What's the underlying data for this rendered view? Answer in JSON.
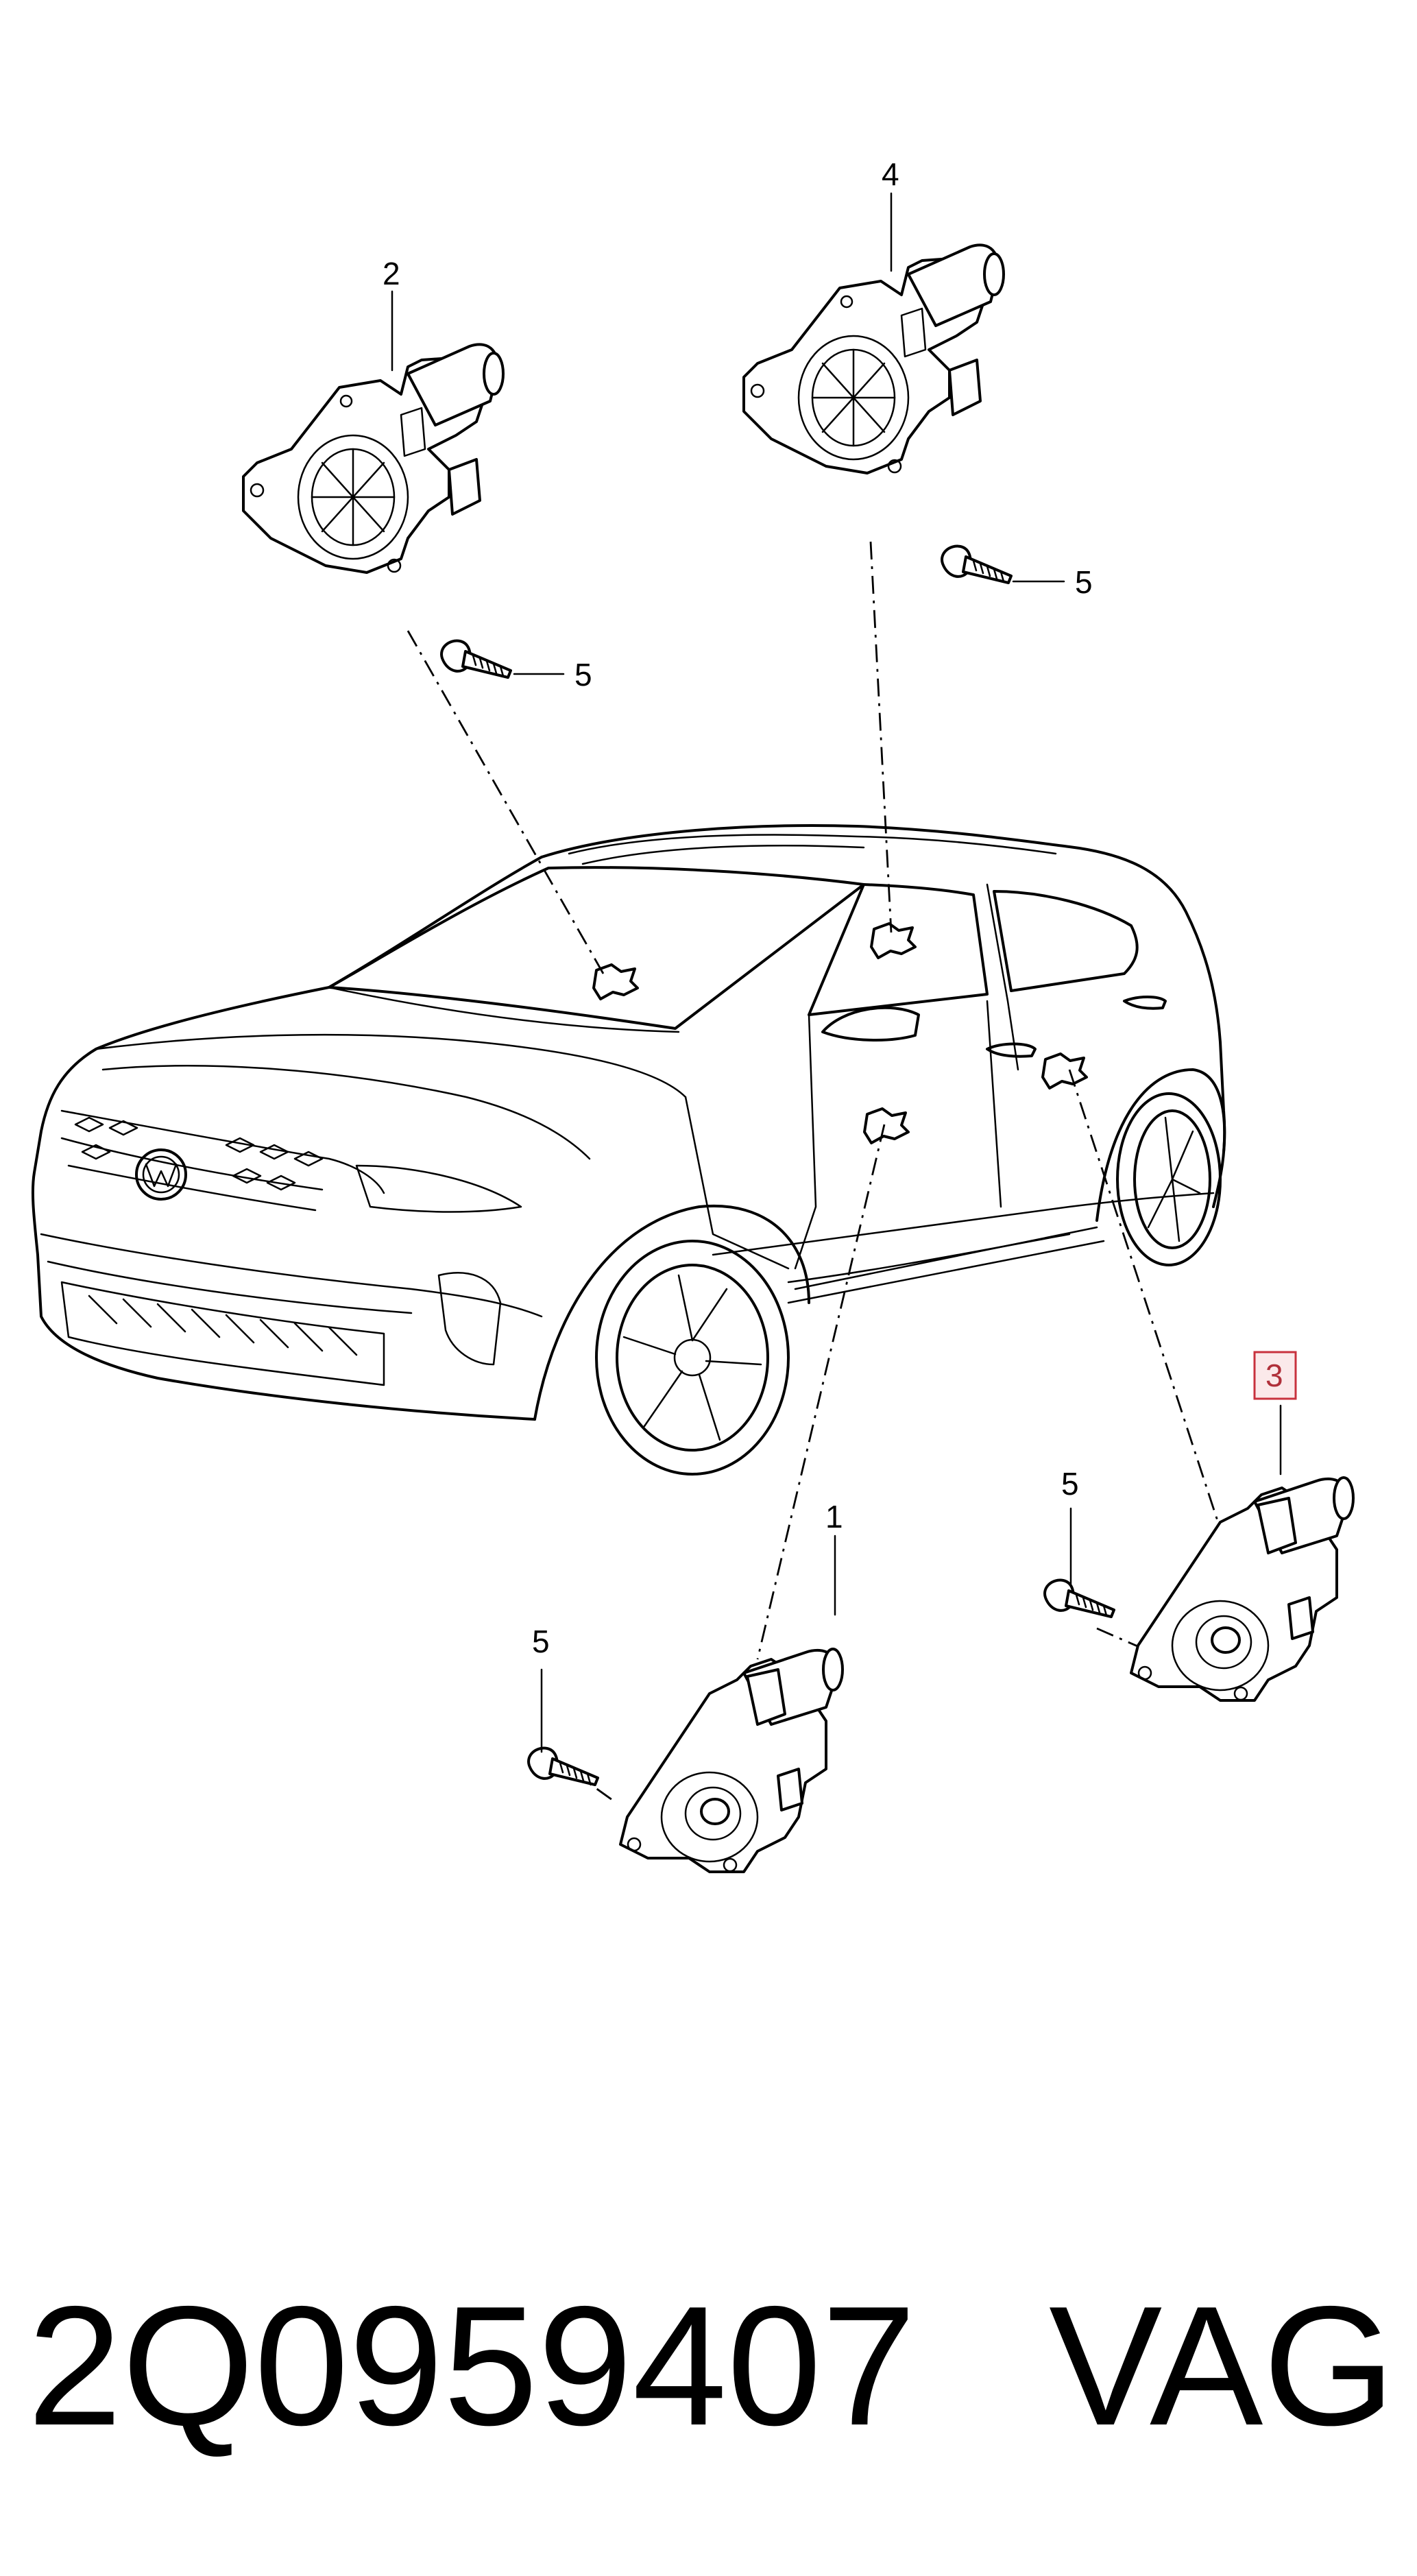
{
  "callouts": {
    "part_1": "1",
    "part_2": "2",
    "part_3": "3",
    "part_4": "4",
    "screw_a": "5",
    "screw_b": "5",
    "screw_c": "5",
    "screw_d": "5"
  },
  "highlighted_callout": "3",
  "colors": {
    "highlight_stroke": "#c8323e",
    "highlight_fill": "#fbe9ea",
    "line": "#000000"
  },
  "footer": {
    "part_number": "2Q0959407",
    "brand": "VAG"
  }
}
